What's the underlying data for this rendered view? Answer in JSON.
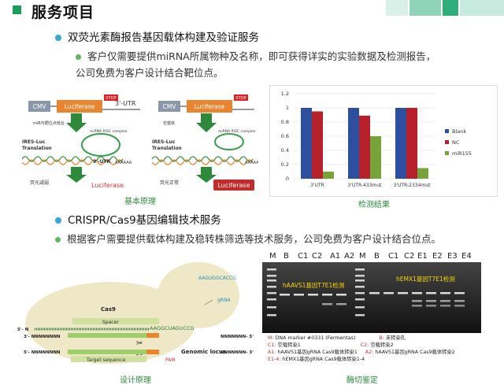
{
  "header": {
    "title": "服务项目"
  },
  "section1": {
    "heading": "双荧光素酶报告基因载体构建及验证服务",
    "description_line1": "客户仅需要提供miRNA所属物种及名称，即可获得详实的实验数据及检测报告，",
    "description_line2": "公司免费为客户设计结合靶位点。",
    "diagram_caption": "基本原理",
    "chart_caption": "检测结果",
    "diagram": {
      "cmv": "CMV",
      "luciferase": "Luciferase",
      "stop": "STOP",
      "utr3": "3'-UTR",
      "mirna_left": "miR与靶位点结合",
      "mirna_right": "空载体",
      "risc": "miRNA RISC complex",
      "ires_line1": "IRES-Luc",
      "ires_line2": "Translation",
      "utr_small": "3'-UTR",
      "polya": "AAAAAA",
      "fluor_left": "荧光减弱",
      "fluor_right": "荧光正常"
    }
  },
  "chart_data": {
    "type": "bar",
    "categories": [
      "3'UTR",
      "3'UTR-433mut",
      "3'UTR-2334mut"
    ],
    "series": [
      {
        "name": "Blank",
        "values": [
          1.0,
          1.0,
          1.0
        ],
        "color": "#2e4f9e"
      },
      {
        "name": "NC",
        "values": [
          0.95,
          0.89,
          1.0
        ],
        "color": "#b5202a"
      },
      {
        "name": "miR155",
        "values": [
          0.1,
          0.6,
          0.15
        ],
        "color": "#77a33a"
      }
    ],
    "ylim": [
      0,
      1.2
    ],
    "yticks": [
      "0",
      "0.2",
      "0.4",
      "0.6",
      "0.8",
      "1",
      "1.2"
    ],
    "legend_position": "right"
  },
  "section2": {
    "heading": "CRISPR/Cas9基因编辑技术服务",
    "description": "根据客户需要提供载体构建及稳转株筛选等技术服务，公司免费为客户设计结合位点。",
    "diagram_caption": "设计原理",
    "gel_caption": "酶切鉴定",
    "diagram": {
      "cas9": "Cas9",
      "spacer": "Spacer",
      "grna": "gRNA",
      "target": "Target sequence",
      "pam": "PAM",
      "genomic": "Genomic locus",
      "n5": "5'- N",
      "n3": "3'- NNNNNNNN",
      "n3b": "3'- NNNNNNNN",
      "n5b": "5'- NNNNNNNN",
      "end3": "NNNNNNN- 3'",
      "end5": "NNNNNNN- 5'",
      "seq_top": "AAGGCUAGUCCG",
      "loop": "AAGUGGCACCG"
    },
    "gel": {
      "lane_labels_left": [
        "M",
        "B",
        "C1",
        "C2",
        "A1",
        "A2"
      ],
      "lane_labels_right": [
        "M",
        "B",
        "C1",
        "C2",
        "E1",
        "E2",
        "E3",
        "E4"
      ],
      "band_label_left": "hAAVS1基因T7E1检测",
      "band_label_right": "hEMX1基因T7E1检测"
    },
    "gel_legend": {
      "m": "M:",
      "m_text": "DNA marker #0331 (Fermentas)",
      "b": "B:",
      "b_text": "未转染孔",
      "c1": "C1:",
      "c1_text": "空载转染1",
      "c2": "C2:",
      "c2_text": "空载转染2",
      "a1": "A1:",
      "a1_text": "hAAVS1基因gRNA Cas9载体转染1",
      "a2": "A2:",
      "a2_text": "hAAVS1基因gRNA Cas9载体转染2",
      "e": "E1-4:",
      "e_text": "hEMX1基因gRNA Cas9载体转染1-4"
    }
  }
}
